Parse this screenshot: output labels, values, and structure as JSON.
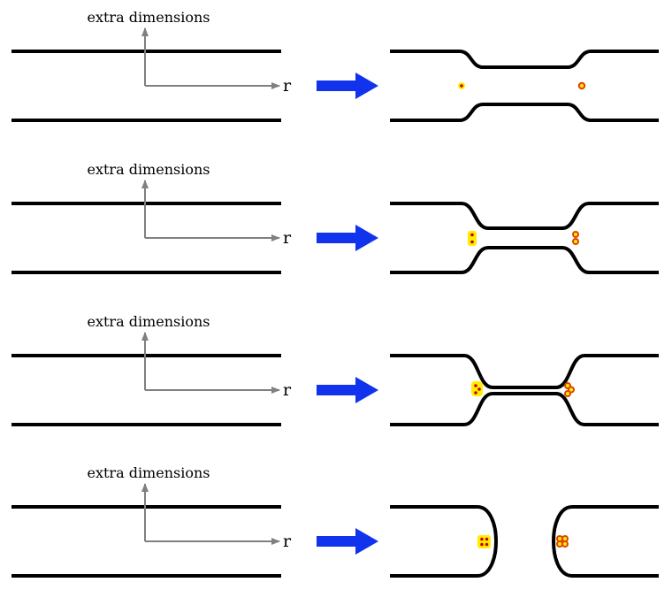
{
  "colors": {
    "wall": "#000000",
    "axis": "#808080",
    "arrow": "#1133ee",
    "particle_fill": "#ffee00",
    "particle_dot": "#cc0000",
    "antiparticle_ring": "#dd4400"
  },
  "panels": [
    {
      "extra_dimensions_label": "extra dimensions",
      "r_label": "r",
      "stage": "bridge-wide",
      "source_count": 1
    },
    {
      "extra_dimensions_label": "extra dimensions",
      "r_label": "r",
      "stage": "bridge-medium",
      "source_count": 2
    },
    {
      "extra_dimensions_label": "extra dimensions",
      "r_label": "r",
      "stage": "bridge-thin",
      "source_count": 3
    },
    {
      "extra_dimensions_label": "extra dimensions",
      "r_label": "r",
      "stage": "split",
      "source_count": 4
    }
  ]
}
